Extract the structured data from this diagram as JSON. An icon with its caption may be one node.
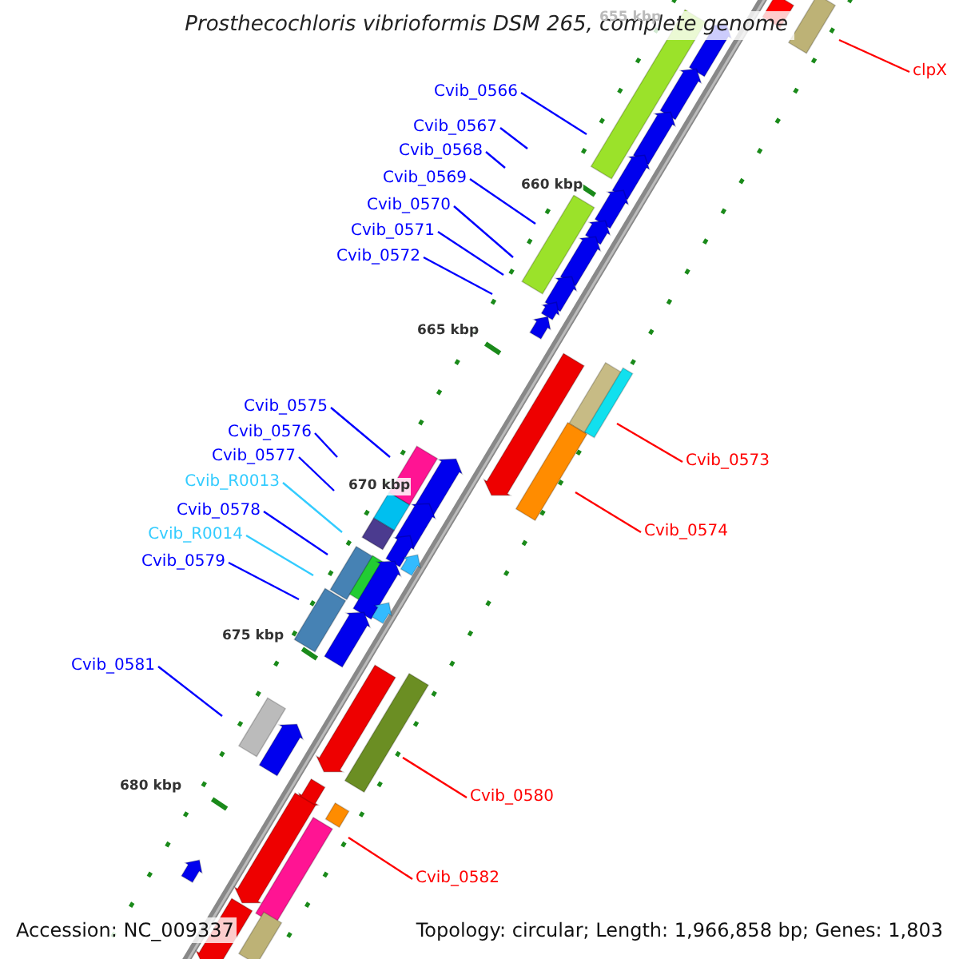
{
  "diagram": {
    "title": "Prosthecochloris vibrioformis DSM 265, complete genome",
    "nodes": [
      {
        "text": [
          "clpX"
        ]
      },
      {
        "text": [
          "Cvib_0566"
        ]
      },
      {
        "text": [
          "Cvib_0567"
        ]
      },
      {
        "text": [
          "Cvib_0568"
        ]
      },
      {
        "text": [
          "Cvib_0569"
        ]
      },
      {
        "text": [
          "Cvib_0570"
        ]
      },
      {
        "text": [
          "Cvib_0571"
        ]
      },
      {
        "text": [
          "Cvib_0572"
        ]
      },
      {
        "text": [
          "Cvib_0575"
        ]
      },
      {
        "text": [
          "Cvib_0576"
        ]
      },
      {
        "text": [
          "Cvib_0577"
        ]
      },
      {
        "text": [
          "Cvib_0573"
        ]
      },
      {
        "text": [
          "Cvib_R0013"
        ]
      },
      {
        "text": [
          "Cvib_0578"
        ]
      },
      {
        "text": [
          "Cvib_0574"
        ]
      },
      {
        "text": [
          "Cvib_R0014"
        ]
      },
      {
        "text": [
          "Cvib_0579"
        ]
      },
      {
        "text": [
          "Cvib_0581"
        ]
      },
      {
        "text": [
          "Cvib_0580"
        ]
      },
      {
        "text": [
          "Cvib_0582"
        ]
      }
    ],
    "edges": [
      {
        "from": 0,
        "to": null,
        "arrow": "none",
        "color": "#ff0000"
      },
      {
        "from": 1,
        "to": null,
        "arrow": "none"
      },
      {
        "from": 2,
        "to": null,
        "arrow": "none"
      },
      {
        "from": 3,
        "to": null,
        "arrow": "none"
      },
      {
        "from": 4,
        "to": null,
        "arrow": "none"
      },
      {
        "from": 5,
        "to": null,
        "arrow": "none"
      },
      {
        "from": 6,
        "to": null,
        "arrow": "none"
      },
      {
        "from": 7,
        "to": null,
        "arrow": "none"
      },
      {
        "from": 8,
        "to": null,
        "arrow": "none"
      },
      {
        "from": 9,
        "to": null,
        "arrow": "none"
      },
      {
        "from": 10,
        "to": null,
        "arrow": "none"
      },
      {
        "from": 11,
        "to": null,
        "arrow": "none",
        "color": "#ff0000"
      },
      {
        "from": 12,
        "to": null,
        "arrow": "none",
        "color": "#33ccff"
      },
      {
        "from": 13,
        "to": null,
        "arrow": "none"
      },
      {
        "from": 14,
        "to": null,
        "arrow": "none",
        "color": "#ff0000"
      },
      {
        "from": 15,
        "to": null,
        "arrow": "none",
        "color": "#33ccff"
      },
      {
        "from": 16,
        "to": null,
        "arrow": "none"
      },
      {
        "from": 17,
        "to": null,
        "arrow": "none"
      },
      {
        "from": 18,
        "to": null,
        "arrow": "none",
        "color": "#ff0000"
      },
      {
        "from": 19,
        "to": null,
        "arrow": "none",
        "color": "#ff0000"
      }
    ],
    "labels": [
      "655 kbp",
      "660 kbp",
      "665 kbp",
      "670 kbp",
      "675 kbp",
      "680 kbp",
      "Accession: NC_009337",
      "Topology: circular; Length: 1,966,858 bp; Genes: 1,803"
    ]
  }
}
